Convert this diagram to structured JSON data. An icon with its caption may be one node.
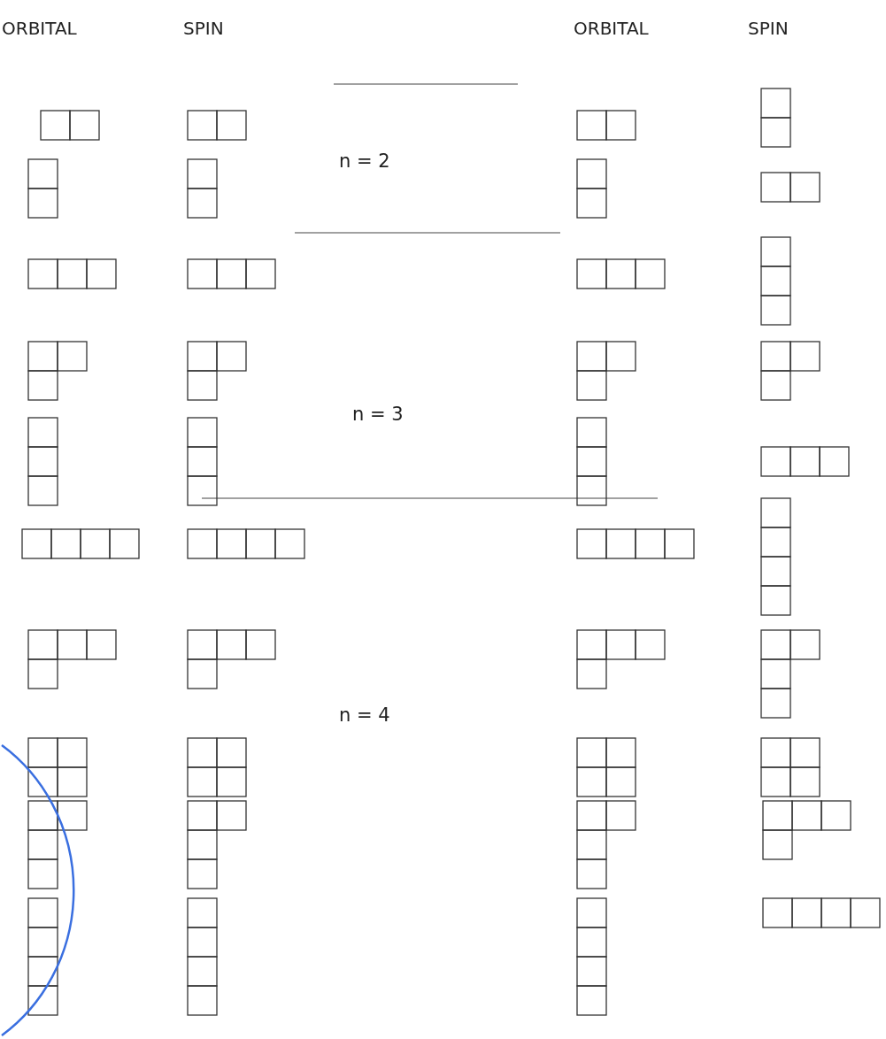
{
  "diagram": {
    "labels": [
      "ORBITAL",
      "SPIN",
      "ORBITAL",
      "SPIN",
      "n = 2",
      "n = 3",
      "n = 4"
    ]
  }
}
